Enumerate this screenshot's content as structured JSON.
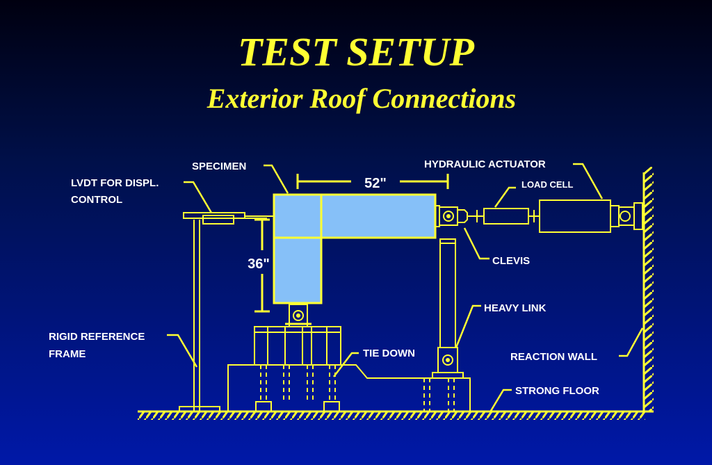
{
  "title": "TEST SETUP",
  "subtitle": "Exterior Roof  Connections",
  "colors": {
    "outline": "#ffff33",
    "specimen_fill": "#86c0f8",
    "text": "#ffffff"
  },
  "labels": {
    "specimen": "SPECIMEN",
    "hydraulic_actuator": "HYDRAULIC ACTUATOR",
    "load_cell": "LOAD CELL",
    "lvdt_line1": "LVDT FOR DISPL.",
    "lvdt_line2": "CONTROL",
    "clevis": "CLEVIS",
    "heavy_link": "HEAVY LINK",
    "rigid_frame_line1": "RIGID REFERENCE",
    "rigid_frame_line2": "FRAME",
    "tie_down": "TIE DOWN",
    "reaction_wall": "REACTION WALL",
    "strong_floor": "STRONG FLOOR"
  },
  "dimensions": {
    "horizontal": "52\"",
    "vertical": "36\""
  }
}
